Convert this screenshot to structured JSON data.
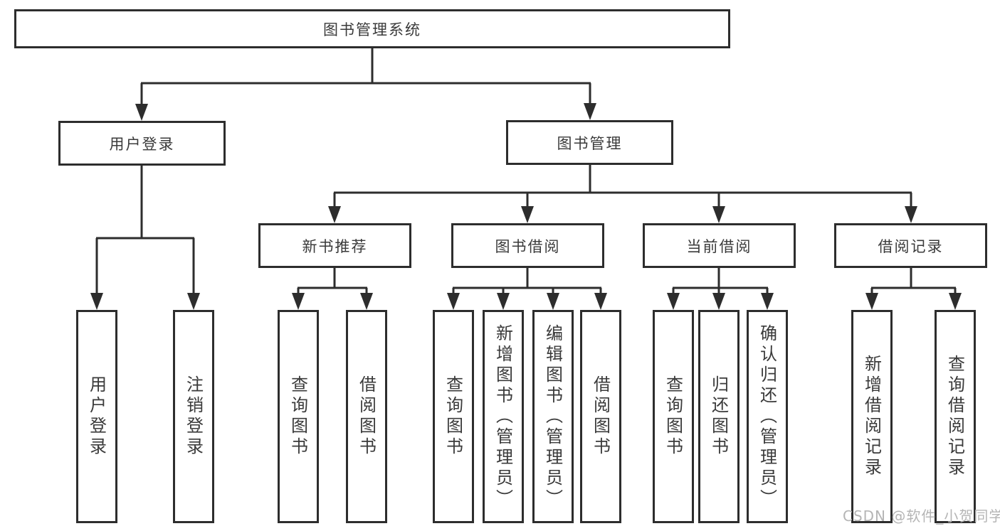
{
  "colors": {
    "line": "#2d2d2d",
    "box_border": "#2d2d2d",
    "text": "#3a3a3a",
    "watermark": "#b5b5b5",
    "background": "#ffffff"
  },
  "diagram": {
    "type": "hierarchy-tree",
    "root": {
      "label": "图书管理系统"
    },
    "level1": [
      {
        "label": "用户登录"
      },
      {
        "label": "图书管理"
      }
    ],
    "level2": [
      {
        "label": "新书推荐"
      },
      {
        "label": "图书借阅"
      },
      {
        "label": "当前借阅"
      },
      {
        "label": "借阅记录"
      }
    ],
    "leaves": {
      "user_login": [
        "用户登录",
        "注销登录"
      ],
      "new_book": [
        "查询图书",
        "借阅图书"
      ],
      "book_borrow": [
        "查询图书",
        "新增图书（管理员）",
        "编辑图书（管理员）",
        "借阅图书"
      ],
      "current_borrow": [
        "查询图书",
        "归还图书",
        "确认归还（管理员）"
      ],
      "borrow_records": [
        "新增借阅记录",
        "查询借阅记录"
      ]
    }
  },
  "watermark": {
    "text": "CSDN @软件_小贺同学"
  }
}
